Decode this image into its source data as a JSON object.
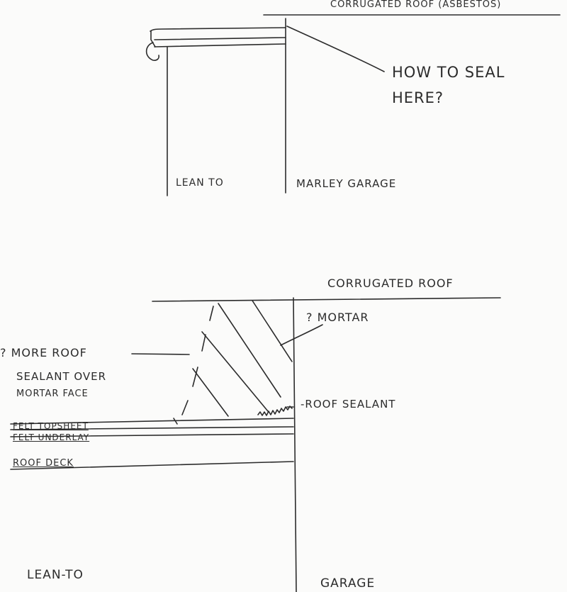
{
  "top_diagram": {
    "roof_label": "CORRUGATED ROOF (ASBESTOS)",
    "question": [
      "HOW TO SEAL",
      "HERE?"
    ],
    "left_label": "LEAN TO",
    "right_label": "MARLEY GARAGE"
  },
  "bottom_diagram": {
    "roof_label": "CORRUGATED ROOF",
    "mortar_label": "? MORTAR",
    "more_roof_label": "? MORE ROOF",
    "sealant_note": [
      "SEALANT OVER",
      "MORTAR FACE"
    ],
    "roof_sealant_label": "-ROOF SEALANT",
    "layers": [
      "FELT TOPSHEET",
      "FELT UNDERLAY",
      "ROOF DECK"
    ],
    "left_label": "LEAN-TO",
    "right_label": "GARAGE"
  },
  "colors": {
    "ink": "#2c2c2c",
    "paper": "#fbfbfa"
  }
}
